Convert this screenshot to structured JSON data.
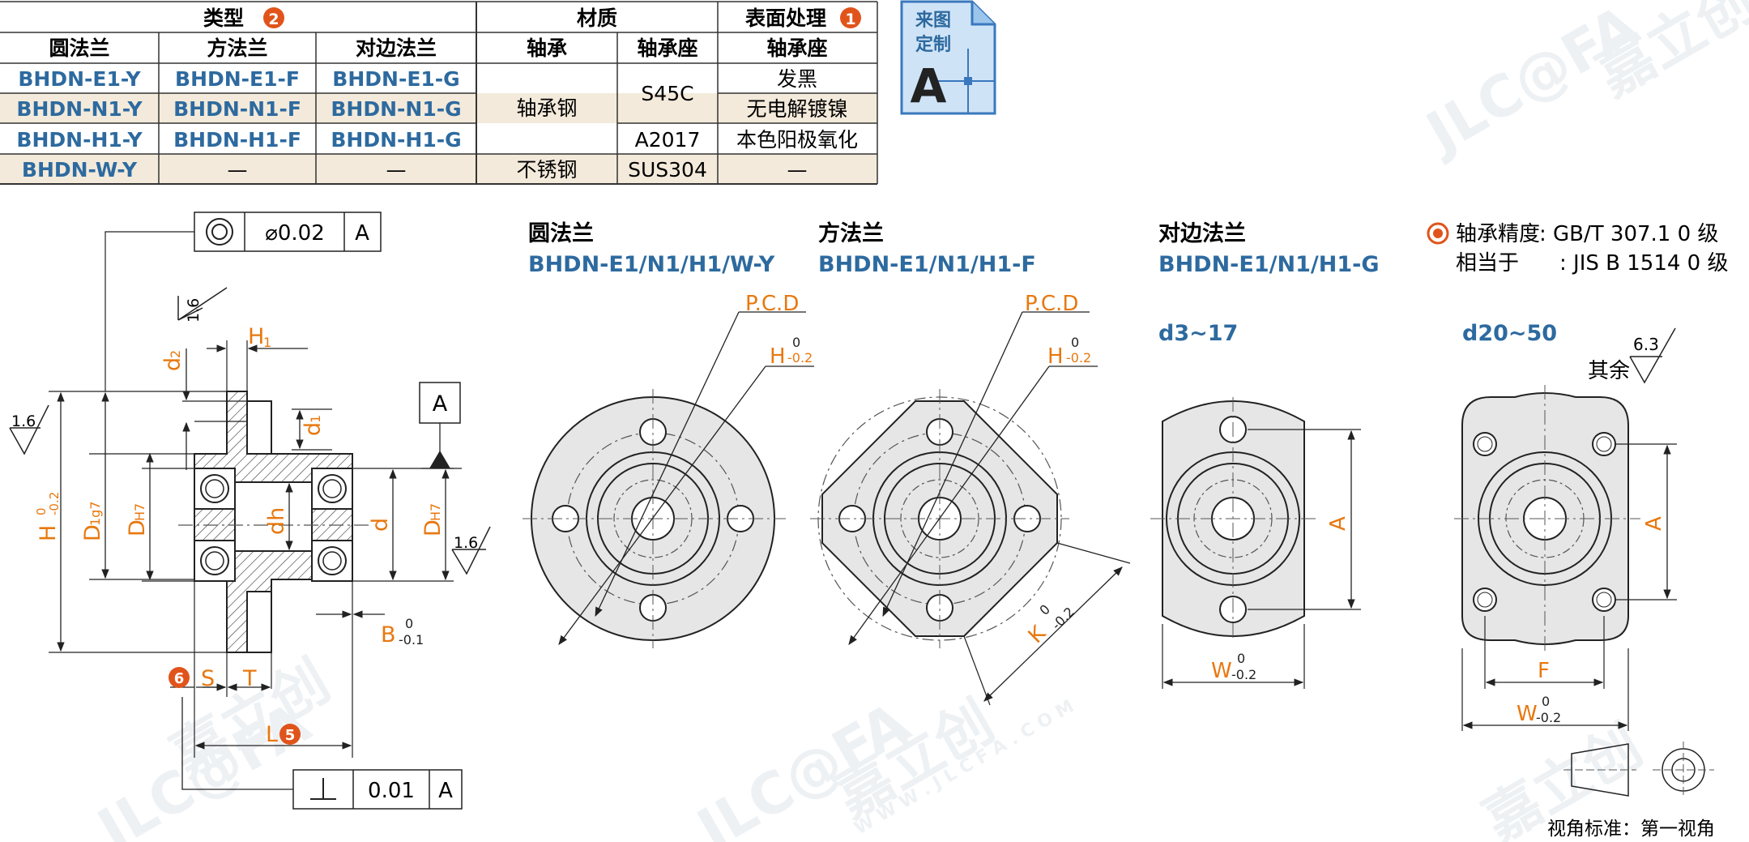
{
  "table": {
    "group_headers": {
      "type": "类型",
      "type_badge": "2",
      "material": "材质",
      "surface": "表面处理",
      "surface_badge": "1"
    },
    "sub_headers": [
      "圆法兰",
      "方法兰",
      "对边法兰",
      "轴承",
      "轴承座",
      "轴承座"
    ],
    "rows": [
      [
        "BHDN-E1-Y",
        "BHDN-E1-F",
        "BHDN-E1-G"
      ],
      [
        "BHDN-N1-Y",
        "BHDN-N1-F",
        "BHDN-N1-G"
      ],
      [
        "BHDN-H1-Y",
        "BHDN-H1-F",
        "BHDN-H1-G"
      ],
      [
        "BHDN-W-Y",
        "—",
        "—"
      ]
    ],
    "bearing_material": "轴承钢",
    "bearing_material_w": "不锈钢",
    "housing_materials": [
      "S45C",
      "A2017",
      "SUS304"
    ],
    "surface_treatments": [
      "发黑",
      "无电解镀镍",
      "本色阳极氧化",
      "—"
    ],
    "blue_color": "#2d6a9f",
    "stripe_color": "#f3eadb"
  },
  "custom_badge": {
    "line1": "来图",
    "line2": "定制",
    "letter": "A",
    "icon": "document-icon"
  },
  "views": {
    "round": {
      "title": "圆法兰",
      "models": "BHDN-E1/N1/H1/W-Y"
    },
    "square": {
      "title": "方法兰",
      "models": "BHDN-E1/N1/H1-F"
    },
    "opposite": {
      "title": "对边法兰",
      "models": "BHDN-E1/N1/H1-G"
    },
    "range_small": "d3~17",
    "range_large": "d20~50"
  },
  "accuracy": {
    "line1_label": "轴承精度",
    "line1_value": ": GB/T 307.1 0 级",
    "line2_label": "相当于",
    "line2_value": ": JIS B  1514 0 级"
  },
  "dims": {
    "pcd": "P.C.D",
    "H": "H",
    "H_tol_upper": "0",
    "H_tol_lower": "-0.2",
    "K": "K",
    "W": "W",
    "A": "A",
    "F": "F",
    "B": "B",
    "B_tol_lower": "-0.1",
    "S": "S",
    "T": "T",
    "L": "L",
    "L_badge": "5",
    "S_badge": "6",
    "d": "d",
    "d1": "d",
    "d1_sub": "1",
    "d2": "d",
    "d2_sub": "2",
    "dh": "dh",
    "D_H7": "D",
    "D_H7_sub": "H7",
    "D1g7": "D",
    "D1g7_sub": "1g7",
    "H1": "H",
    "H1_sub": "1"
  },
  "tolerances": {
    "concentricity": "⌀0.02",
    "datum": "A",
    "perpendicularity": "0.01",
    "datum_box": "A"
  },
  "roughness": {
    "fine": "1.6",
    "rest": "6.3",
    "rest_label": "其余"
  },
  "projection": {
    "label": "视角标准：第一视角"
  },
  "watermark": {
    "brand": "JLC@FA",
    "cn": "嘉立创",
    "url": "W W W . J L C F A . C O M"
  },
  "colors": {
    "orange": "#e8780f",
    "blue": "#2d6a9f",
    "part_fill": "#e6e6e6",
    "badge_red": "#e0541b"
  }
}
